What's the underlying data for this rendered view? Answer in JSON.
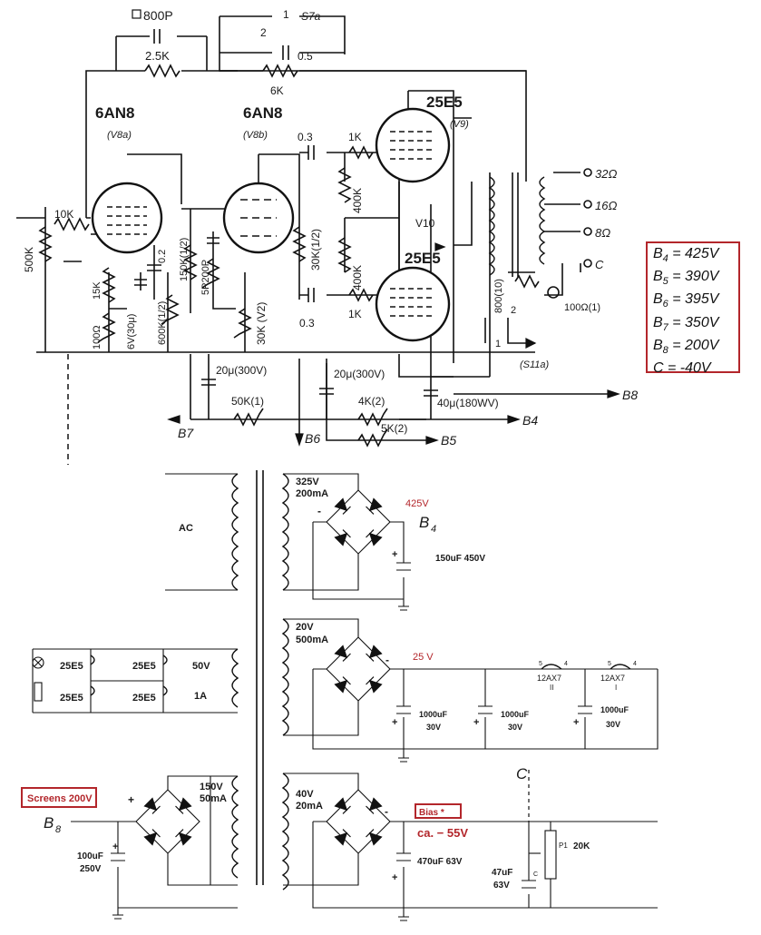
{
  "upper": {
    "cap_top": "800P",
    "r_top": "2.5K",
    "switch_top": "S7a",
    "sw_pos1": "1",
    "sw_pos2": "2",
    "cap_05": "0.5",
    "r_6k": "6K",
    "tube1": "6AN8",
    "tube1_sub": "(V8a)",
    "tube2": "6AN8",
    "tube2_sub": "(V8b)",
    "tube3": "25E5",
    "tube3_sub": "(V9)",
    "tube4": "25E5",
    "v10": "V10",
    "cap_03a": "0.3",
    "cap_03b": "0.3",
    "r_1k_a": "1K",
    "r_1k_b": "1K",
    "r_400k_a": "400K",
    "r_400k_b": "400K",
    "r_30k_12": "30K(1/2)",
    "r_30k_v2": "30K (V2)",
    "r_10k": "10K",
    "r_500k": "500K",
    "r_15k": "15K",
    "r_100": "100Ω",
    "cap_6v": "6V(30μ)",
    "cap_02": "0.2",
    "r_150k": "150K(1/2)",
    "r_600k": "600K(1/2)",
    "cap_5p": "5P200P",
    "cap_20u_a": "20μ(300V)",
    "cap_20u_b": "20μ(300V)",
    "cap_40u": "40μ(180WV)",
    "r_50k": "50K(1)",
    "r_4k": "4K(2)",
    "r_5k": "5K(2)",
    "out_32": "32Ω",
    "out_16": "16Ω",
    "out_8": "8Ω",
    "out_c": "C",
    "r_800": "800(10)",
    "r_100_1": "100Ω(1)",
    "sw_s11": "(S11a)",
    "sw_1": "1",
    "sw_2": "2",
    "b8": "B8",
    "b4": "B4",
    "b5": "B5",
    "b6": "B6",
    "b7": "B7"
  },
  "voltages": [
    {
      "name": "B",
      "sub": "4",
      "value": "= 425V"
    },
    {
      "name": "B",
      "sub": "5",
      "value": "= 390V"
    },
    {
      "name": "B",
      "sub": "6",
      "value": "= 395V"
    },
    {
      "name": "B",
      "sub": "7",
      "value": "= 350V"
    },
    {
      "name": "B",
      "sub": "8",
      "value": "= 200V"
    },
    {
      "name": "C",
      "sub": "",
      "value": "= -40V"
    }
  ],
  "psu": {
    "ac": "AC",
    "sec1_v": "325V",
    "sec1_i": "200mA",
    "out1_v": "425V",
    "b4_label": "B",
    "b4_sub": "4",
    "cap1": "150uF  450V",
    "sec2_v": "20V",
    "sec2_i": "500mA",
    "out2_v": "25 V",
    "cap2_a": "1000uF",
    "cap2_av": "30V",
    "cap2_b": "1000uF",
    "cap2_bv": "30V",
    "cap2_c": "1000uF",
    "cap2_cv": "30V",
    "tube_12ax7_a": "12AX7",
    "tube_12ax7_a_n": "II",
    "tube_12ax7_b": "12AX7",
    "tube_12ax7_b_n": "I",
    "pin5a": "5",
    "pin4a": "4",
    "pin5b": "5",
    "pin4b": "4",
    "heater_tubes": [
      "25E5",
      "25E5",
      "25E5",
      "25E5"
    ],
    "heater_v": "50V",
    "heater_i": "1A",
    "screens_label": "Screens 200V",
    "b8_label": "B",
    "b8_sub": "8",
    "sec3_v": "150V",
    "sec3_i": "50mA",
    "cap3": "100uF",
    "cap3_v": "250V",
    "sec4_v": "40V",
    "sec4_i": "20mA",
    "bias_label": "Bias *",
    "bias_v": "ca. − 55V",
    "cap4": "470uF 63V",
    "cap5": "47uF",
    "cap5_v": "63V",
    "cap5_c": "C",
    "pot": "P1",
    "pot_v": "20K",
    "c_label": "C",
    "plus": "+",
    "minus": "-"
  }
}
